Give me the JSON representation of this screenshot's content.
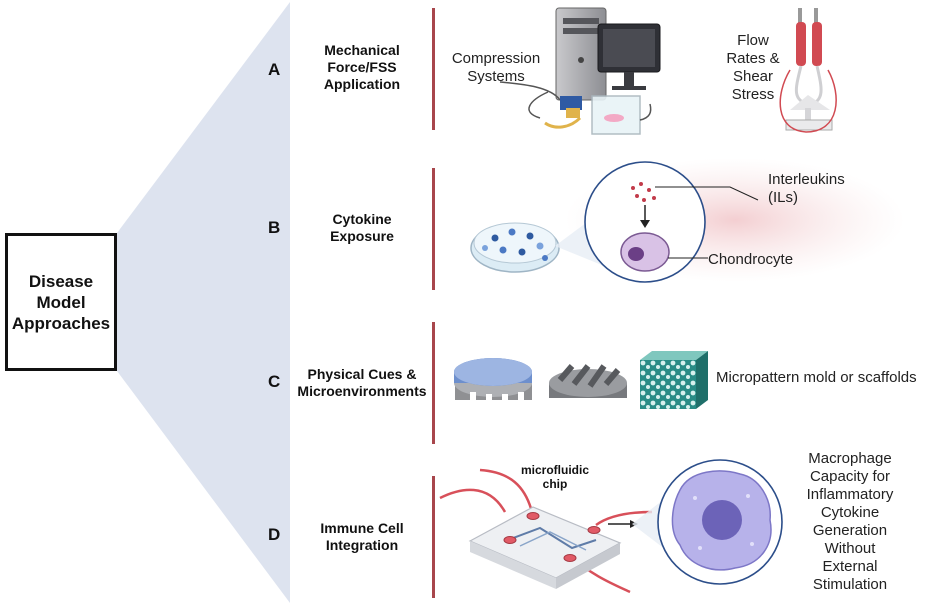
{
  "main_box": {
    "label": "Disease\nModel\nApproaches"
  },
  "sections": [
    {
      "letter": "A",
      "title": "Mechanical\nForce/FSS\nApplication"
    },
    {
      "letter": "B",
      "title": "Cytokine\nExposure"
    },
    {
      "letter": "C",
      "title": "Physical Cues &\nMicroenvironments"
    },
    {
      "letter": "D",
      "title": "Immune Cell\nIntegration"
    }
  ],
  "labels": {
    "compression": "Compression\nSystems",
    "flow": "Flow\nRates &\nShear\nStress",
    "interleukins": "Interleukins\n(ILs)",
    "chondrocyte": "Chondrocyte",
    "micropattern": "Micropattern mold or scaffolds",
    "chip": "microfluidic\nchip",
    "macrophage": "Macrophage\nCapacity for\nInflammatory\nCytokine\nGeneration\nWithout\nExternal\nStimulation"
  },
  "colors": {
    "wedge": "#dde3ef",
    "divider": "#a8464c",
    "macrophage": "#b7b2ea",
    "chip_tube": "#d8505a"
  }
}
